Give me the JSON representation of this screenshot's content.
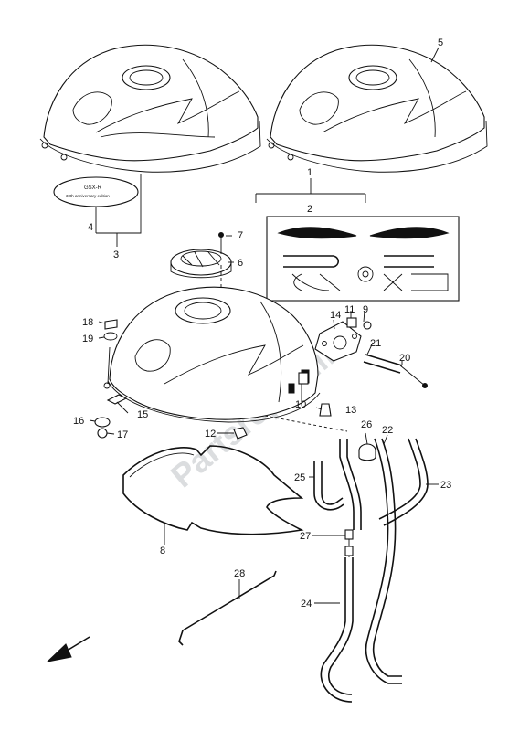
{
  "watermark": "Partsrepublik",
  "emblem_text": {
    "line1": "GSX-R",
    "line2": "30th anniversary edition"
  },
  "callouts": [
    {
      "id": "1",
      "label": "1"
    },
    {
      "id": "2",
      "label": "2"
    },
    {
      "id": "3",
      "label": "3"
    },
    {
      "id": "4",
      "label": "4"
    },
    {
      "id": "5",
      "label": "5"
    },
    {
      "id": "6",
      "label": "6"
    },
    {
      "id": "7",
      "label": "7"
    },
    {
      "id": "8",
      "label": "8"
    },
    {
      "id": "9",
      "label": "9"
    },
    {
      "id": "10",
      "label": "10"
    },
    {
      "id": "11",
      "label": "11"
    },
    {
      "id": "12",
      "label": "12"
    },
    {
      "id": "13",
      "label": "13"
    },
    {
      "id": "14",
      "label": "14"
    },
    {
      "id": "15",
      "label": "15"
    },
    {
      "id": "16",
      "label": "16"
    },
    {
      "id": "17",
      "label": "17"
    },
    {
      "id": "18",
      "label": "18"
    },
    {
      "id": "19",
      "label": "19"
    },
    {
      "id": "20",
      "label": "20"
    },
    {
      "id": "21",
      "label": "21"
    },
    {
      "id": "22",
      "label": "22"
    },
    {
      "id": "23",
      "label": "23"
    },
    {
      "id": "24",
      "label": "24"
    },
    {
      "id": "25",
      "label": "25"
    },
    {
      "id": "26",
      "label": "26"
    },
    {
      "id": "27",
      "label": "27"
    },
    {
      "id": "28",
      "label": "28"
    }
  ]
}
